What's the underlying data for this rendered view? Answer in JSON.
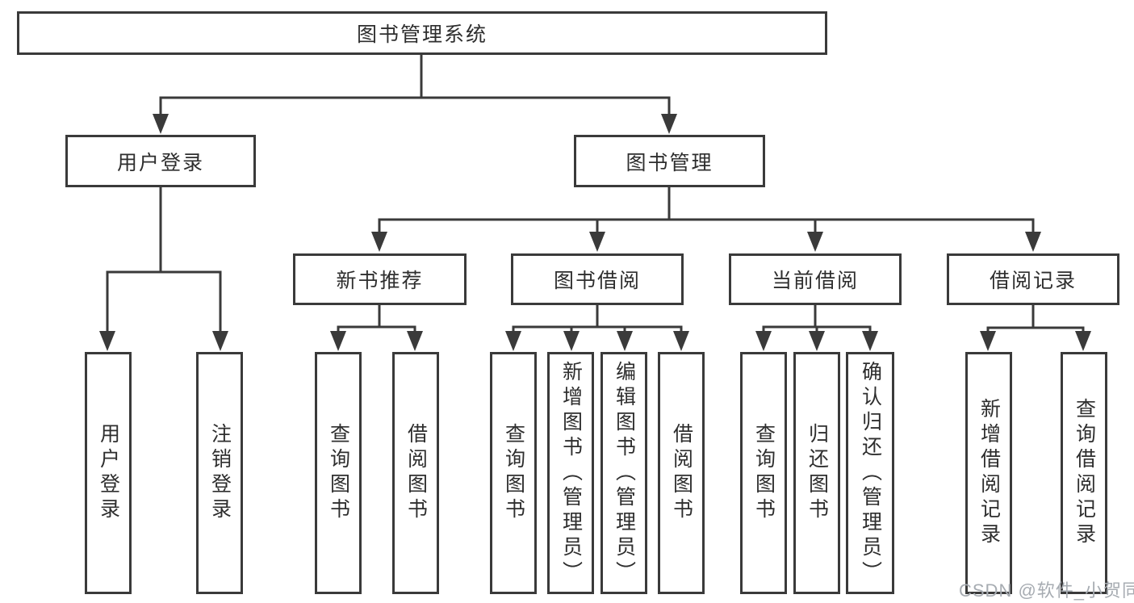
{
  "tree": {
    "root": {
      "label": "图书管理系统"
    },
    "branches": [
      {
        "label": "用户登录",
        "children": [
          {
            "label": "用户登录"
          },
          {
            "label": "注销登录"
          }
        ]
      },
      {
        "label": "图书管理",
        "modules": [
          {
            "label": "新书推荐",
            "children": [
              {
                "label": "查询图书"
              },
              {
                "label": "借阅图书"
              }
            ]
          },
          {
            "label": "图书借阅",
            "children": [
              {
                "label": "查询图书"
              },
              {
                "label": "新增图书（管理员）"
              },
              {
                "label": "编辑图书（管理员）"
              },
              {
                "label": "借阅图书"
              }
            ]
          },
          {
            "label": "当前借阅",
            "children": [
              {
                "label": "查询图书"
              },
              {
                "label": "归还图书"
              },
              {
                "label": "确认归还（管理员）"
              }
            ]
          },
          {
            "label": "借阅记录",
            "children": [
              {
                "label": "新增借阅记录"
              },
              {
                "label": "查询借阅记录"
              }
            ]
          }
        ]
      }
    ]
  },
  "watermark": "CSDN @软件_小贺同学",
  "colors": {
    "line": "#3a3a3a",
    "box_border": "#3a3a3a",
    "text": "#2e2e2e",
    "watermark_text": "#a7acb2",
    "background": "#ffffff"
  }
}
